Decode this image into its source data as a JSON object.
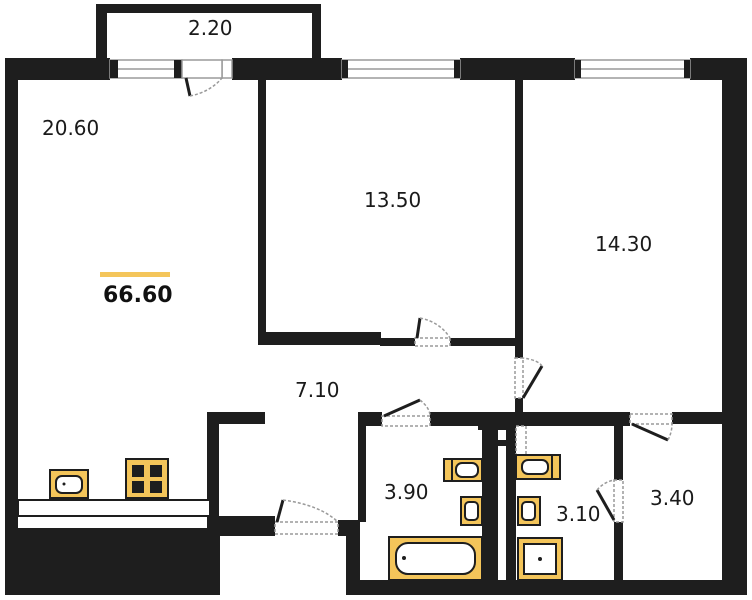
{
  "plan": {
    "total_area": "66.60",
    "rooms": {
      "balcony": "2.20",
      "living": "20.60",
      "bedroom1": "13.50",
      "bedroom2": "14.30",
      "hall": "7.10",
      "bath": "3.90",
      "toilet": "3.10",
      "storage": "3.40"
    }
  },
  "colors": {
    "wall": "#1e1e1e",
    "fixture": "#f4c55a",
    "accent": "#f4c55a",
    "window": "#9a9a9a"
  },
  "icons": {
    "door": "door-swing-icon",
    "window": "window-icon",
    "sink": "sink-icon",
    "stove": "stove-icon",
    "toilet": "toilet-icon",
    "bathtub": "bathtub-icon",
    "shower": "shower-icon"
  }
}
